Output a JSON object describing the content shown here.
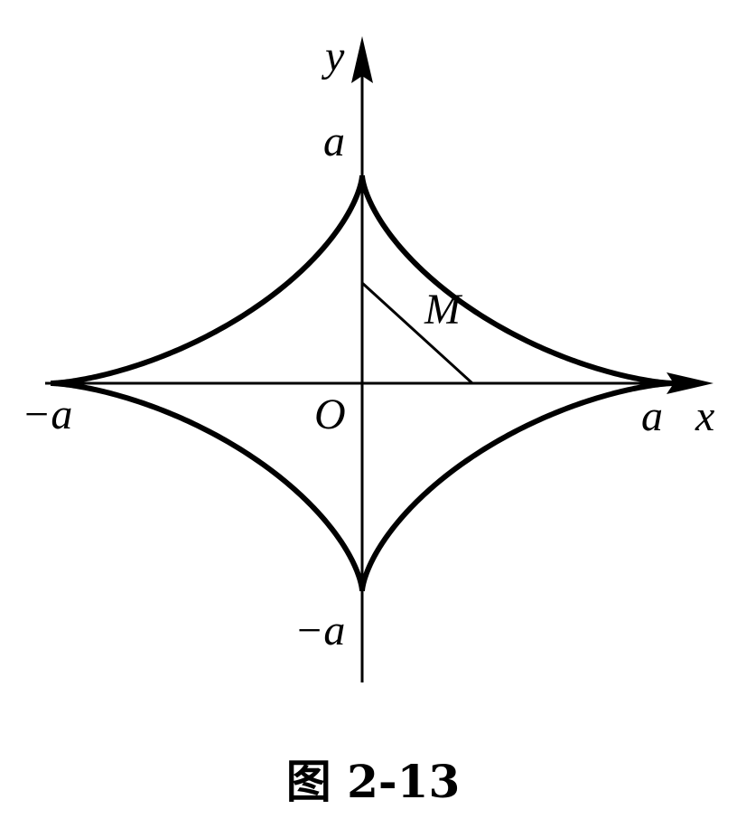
{
  "figure": {
    "caption": "图 2-13",
    "labels": {
      "y_axis": "y",
      "x_axis": "x",
      "y_top": "a",
      "y_bottom": "−a",
      "x_right": "a",
      "x_left": "−a",
      "origin": "O",
      "point": "M"
    },
    "curve": "astroid",
    "colors": {
      "stroke": "#000000",
      "background": "#ffffff"
    }
  }
}
